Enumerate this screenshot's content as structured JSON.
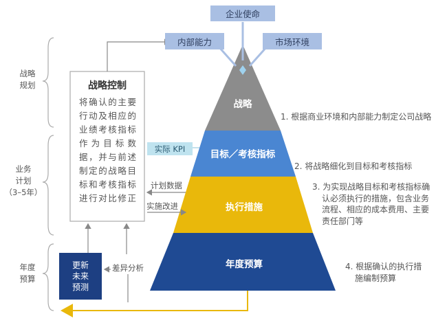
{
  "top_boxes": {
    "mission": "企业使命",
    "internal": "内部能力",
    "market": "市场环境"
  },
  "sides": {
    "strategy_planning": [
      "战略",
      "规划"
    ],
    "business_plan": [
      "业务",
      "计划",
      "（3–5年）"
    ],
    "annual_budget": [
      "年度",
      "预算"
    ]
  },
  "control": {
    "title": "战略控制",
    "lines": [
      "将确认的主要",
      "行动及相应的",
      "业绩考核指标",
      "作为目标数",
      "据，并与前述",
      "制定的战略目",
      "标和考核指标",
      "进行对比修正"
    ]
  },
  "pyramid": {
    "strategy": "战略",
    "targets": "目标／考核指标",
    "measures": "执行措施",
    "budget": "年度预算"
  },
  "arrows": {
    "kpi": "实际 KPI",
    "plan_data": "计划数据",
    "improve": "实施改进",
    "variance": "差异分析"
  },
  "forecast": [
    "更新",
    "未来",
    "预测"
  ],
  "descriptions": {
    "d1": [
      "1. 根据商业环境和内部能力制定公司战略"
    ],
    "d2": [
      "2. 将战略细化到目标和考核指标"
    ],
    "d3": [
      "3. 为实现战略目标和考核指标确",
      "认必须执行的措施，包含业务",
      "流程、相应的成本费用、主要",
      "责任部门等"
    ],
    "d4": [
      "4. 根据确认的执行措",
      "施编制预算"
    ]
  },
  "colors": {
    "strategy_tier": "#8c8c8c",
    "target_tier": "#4a86d2",
    "measure_tier": "#e9b80b",
    "budget_tier": "#1f4a93",
    "top_box": "#a9bfe3",
    "kpi_box": "#bfe3ef",
    "forecast_box": "#1d3f82",
    "feedback_arrow": "#e9b80b"
  }
}
